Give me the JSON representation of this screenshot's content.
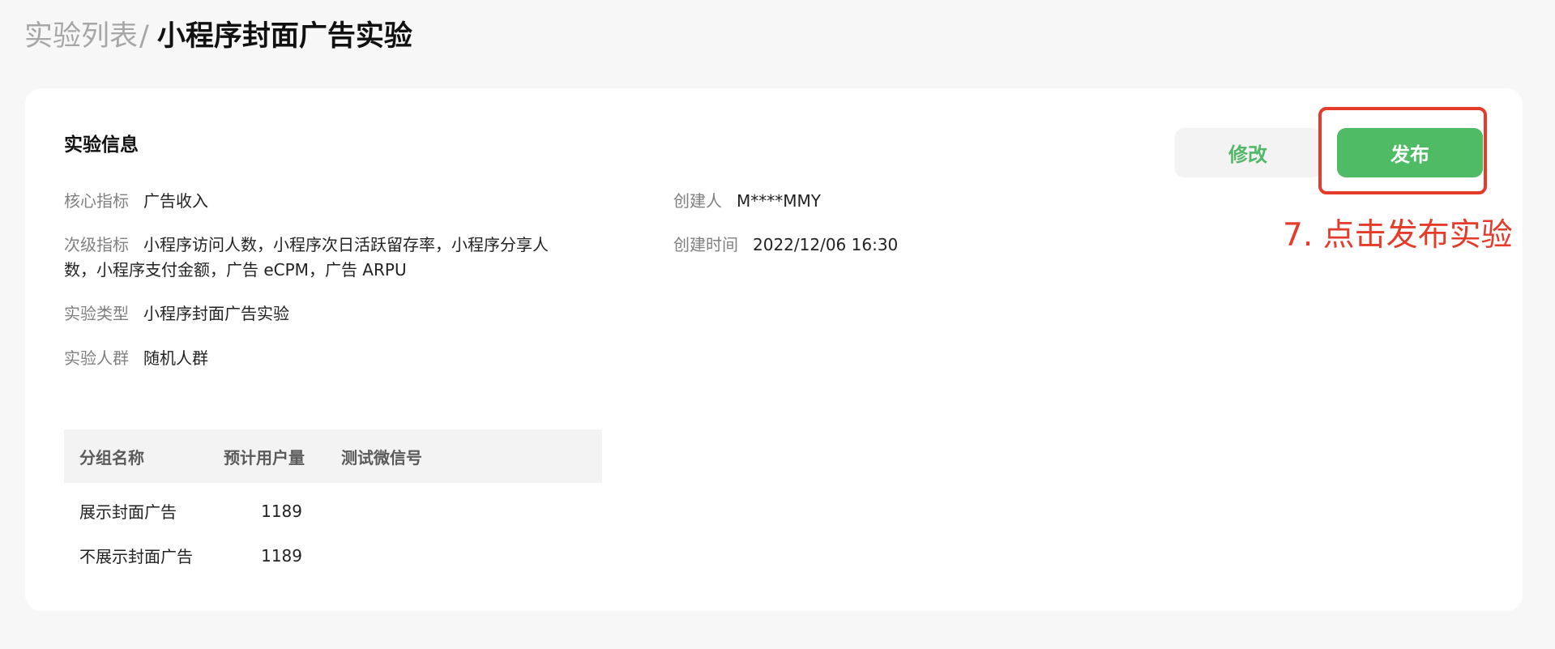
{
  "breadcrumb": {
    "parent": "实验列表",
    "separator": "/",
    "current": "小程序封面广告实验"
  },
  "card": {
    "section_title": "实验信息",
    "actions": {
      "edit_label": "修改",
      "publish_label": "发布"
    },
    "annotation": "7. 点击发布实验",
    "info_left": {
      "core_metric": {
        "label": "核心指标",
        "value": "广告收入"
      },
      "secondary_metric": {
        "label": "次级指标",
        "value": "小程序访问人数，小程序次日活跃留存率，小程序分享人数，小程序支付金额，广告 eCPM，广告 ARPU"
      },
      "experiment_type": {
        "label": "实验类型",
        "value": "小程序封面广告实验"
      },
      "experiment_crowd": {
        "label": "实验人群",
        "value": "随机人群"
      }
    },
    "info_right": {
      "creator": {
        "label": "创建人",
        "value": "M****MMY"
      },
      "created_time": {
        "label": "创建时间",
        "value": "2022/12/06 16:30"
      }
    },
    "groups_table": {
      "headers": [
        "分组名称",
        "预计用户量",
        "测试微信号"
      ],
      "rows": [
        {
          "name": "展示封面广告",
          "users": "1189",
          "wechat": ""
        },
        {
          "name": "不展示封面广告",
          "users": "1189",
          "wechat": ""
        }
      ]
    }
  },
  "colors": {
    "accent_green": "#50bb65",
    "annotation_red": "#e53b2a",
    "page_background": "#f7f7f7"
  }
}
